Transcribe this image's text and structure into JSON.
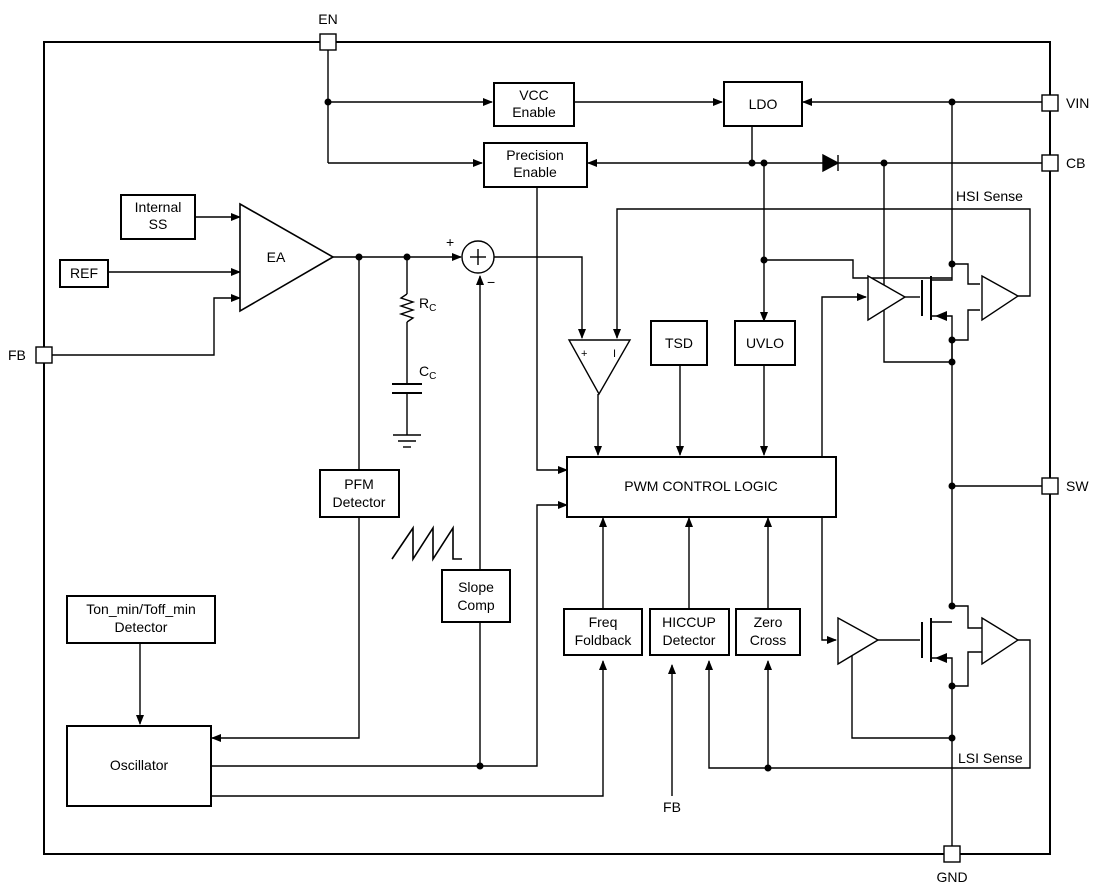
{
  "pins": {
    "en": "EN",
    "vin": "VIN",
    "cb": "CB",
    "sw": "SW",
    "fb": "FB",
    "gnd": "GND"
  },
  "blocks": {
    "vcc_enable": [
      "VCC",
      "Enable"
    ],
    "precision_enable": [
      "Precision",
      "Enable"
    ],
    "ldo": "LDO",
    "internal_ss": [
      "Internal",
      "SS"
    ],
    "ref": "REF",
    "ea": "EA",
    "tsd": "TSD",
    "uvlo": "UVLO",
    "pwm_logic": "PWM CONTROL LOGIC",
    "pfm_detector": [
      "PFM",
      "Detector"
    ],
    "slope_comp": [
      "Slope",
      "Comp"
    ],
    "freq_foldback": [
      "Freq",
      "Foldback"
    ],
    "hiccup_detector": [
      "HICCUP",
      "Detector"
    ],
    "zero_cross": [
      "Zero",
      "Cross"
    ],
    "ton_toff_detector": [
      "Ton_min/Toff_min",
      "Detector"
    ],
    "oscillator": "Oscillator"
  },
  "labels": {
    "hsi_sense": "HSI Sense",
    "lsi_sense": "LSI Sense",
    "rc": "R",
    "rc_sub": "C",
    "cc": "C",
    "cc_sub": "C",
    "sum_plus": "+",
    "sum_minus": "−",
    "comp_plus": "+",
    "comp_minus": "I",
    "fb_bottom": "FB"
  }
}
